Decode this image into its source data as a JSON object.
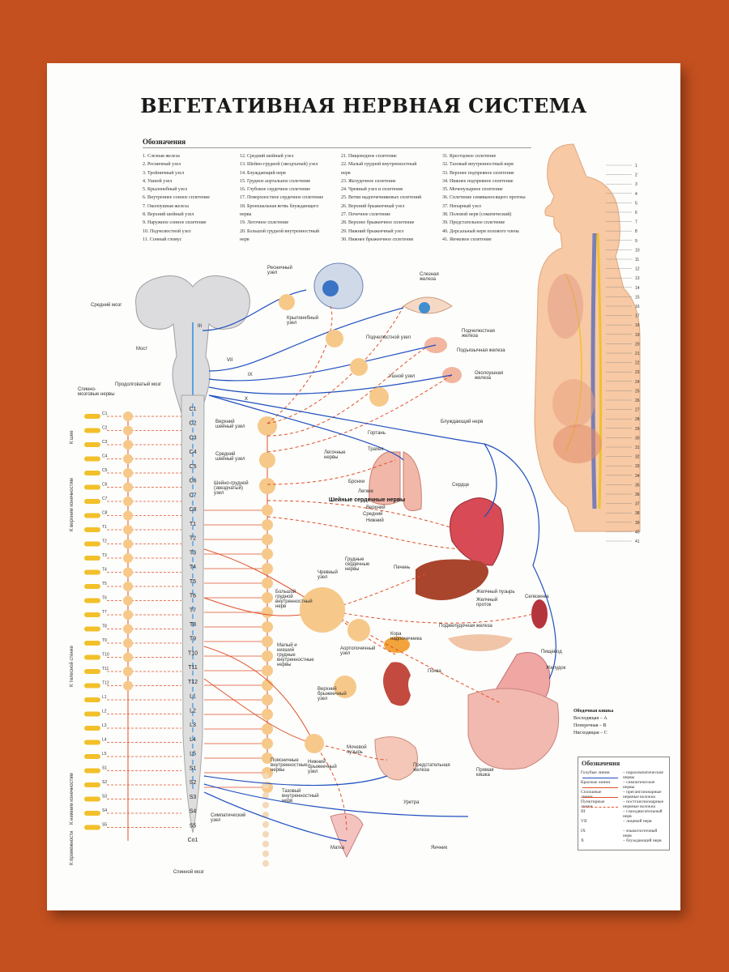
{
  "title": "ВЕГЕТАТИВНАЯ НЕРВНАЯ СИСТЕМА",
  "legend": {
    "heading": "Обозначения",
    "col1": [
      "1. Слезная железа",
      "2. Ресничный узел",
      "3. Тройничный узел",
      "4. Ушной узел",
      "5. Крылонебный узел",
      "6. Внутреннее сонное сплетение",
      "7. Околоушная железа",
      "8. Верхний шейный узел",
      "9. Наружное сонное сплетение",
      "10. Подчелюстной узел",
      "11. Сонный гломус"
    ],
    "col2": [
      "12. Средний шейный узел",
      "13. Шейно-грудной (звездчатый) узел",
      "14. Блуждающий нерв",
      "15. Грудное аортальное сплетение",
      "16. Глубокое сердечное сплетение",
      "17. Поверхностное сердечное сплетение",
      "18. Бронхиальная ветвь блуждающего",
      "нерва",
      "19. Легочное сплетение",
      "20. Большой грудной внутренностный",
      "нерв"
    ],
    "col3": [
      "21. Пищеводное сплетение",
      "22. Малый грудной внутренностный",
      "нерв",
      "23. Желудочное сплетение",
      "24. Чревный узел и сплетение",
      "25. Ветви надпочечниковых сплетений",
      "26. Верхний брыжеечный узел",
      "27. Почечное сплетение",
      "28. Верхнее брыжеечное сплетение",
      "29. Нижний брыжеечный узел",
      "30. Нижнее брыжеечное сплетение"
    ],
    "col4": [
      "31. Крестцовое сплетение",
      "32. Тазовый внутренностный нерв",
      "33. Верхнее подчревное сплетение",
      "34. Нижнее подчревное сплетение",
      "35. Мочепузырное сплетение",
      "36. Сплетение семявыносящего протока",
      "37. Непарный узел",
      "38. Половой нерв (соматический)",
      "39. Предстательное сплетение",
      "40. Дорсальный нерв полового члена",
      "41. Яичковое сплетение"
    ]
  },
  "spinal_segments": [
    "C1",
    "C2",
    "C3",
    "C4",
    "C5",
    "C6",
    "C7",
    "C8",
    "T1",
    "T2",
    "T3",
    "T4",
    "T5",
    "T6",
    "T7",
    "T8",
    "T9",
    "T10",
    "T11",
    "T12",
    "L1",
    "L2",
    "L3",
    "L4",
    "L5",
    "S1",
    "S2",
    "S3",
    "S4",
    "S5",
    "Co1"
  ],
  "left_roots": [
    "C1",
    "C2",
    "C3",
    "C4",
    "C5",
    "C6",
    "C7",
    "C8",
    "T1",
    "T2",
    "T3",
    "T4",
    "T5",
    "T6",
    "T7",
    "T8",
    "T9",
    "T10",
    "T11",
    "T12",
    "L1",
    "L2",
    "L3",
    "L4",
    "L5",
    "S1",
    "S2",
    "S3",
    "S4",
    "S5"
  ],
  "labels": {
    "midbrain": "Средний мозг",
    "pons": "Мост",
    "medulla": "Продолговатый мозг",
    "spinal_nerves": "Спинно-мозговые нервы",
    "spinal_cord": "Спинной мозг",
    "ciliary": "Ресничный узел",
    "lacrimal": "Слезная железа",
    "pterygo": "Крылонебный узел",
    "submandibular_node": "Подчелюстной узел",
    "submandibular_gland": "Подчелюстная железа",
    "sublingual": "Подъязычная железа",
    "otic": "Ушной узел",
    "parotid": "Околоушная железа",
    "vagus": "Блуждающий нерв",
    "upper_cervical": "Верхний шейный узел",
    "middle_cervical": "Средний шейный узел",
    "stellate": "Шейно-грудной (звездчатый) узел",
    "larynx": "Гортань",
    "trachea": "Трахея",
    "pulm_nerves": "Легочные нервы",
    "bronchi": "Бронхи",
    "lungs": "Легкие",
    "heart": "Сердце",
    "cardiac_nerves": "Шейные сердечные нервы",
    "upper": "Верхний",
    "middle": "Средний",
    "lower": "Нижний",
    "thoracic_cardiac": "Грудные сердечные нервы",
    "liver": "Печень",
    "gallbladder": "Желчный пузырь",
    "bile_duct": "Желчный проток",
    "spleen": "Селезенка",
    "celiac": "Чревный узел",
    "greater_splanchnic": "Большой грудной внутренностный нерв",
    "lesser_splanchnic": "Малый и низший грудные внутренностные нервы",
    "pancreas": "Поджелудочная железа",
    "esophagus": "Пищевод",
    "stomach": "Желудок",
    "adrenal": "Кора надпочечника",
    "aortorenal": "Аортопочечный узел",
    "kidney": "Почка",
    "sup_mesenteric": "Верхний брыжеечный узел",
    "bladder": "Мочевой пузырь",
    "prostate": "Предстательная железа",
    "urethra": "Уретра",
    "rectum": "Прямая кишка",
    "lumbar_splanchnic": "Поясничные внутренностные нервы",
    "inf_mesenteric": "Нижний брыжеечный узел",
    "pelvic_splanchnic": "Тазовый внутренностный нерв",
    "sympathetic_trunk": "Симпатический узел",
    "uterus": "Матка",
    "ovary": "Яичник",
    "III": "III",
    "VII": "VII",
    "IX": "IX",
    "X": "X"
  },
  "side_labels": {
    "head": "К шее",
    "upper_limb": "К верхним конечностям",
    "trunk": "К телесной стенке",
    "lower_limb": "К нижним конечностям",
    "perineum": "К промежности"
  },
  "colon": {
    "heading": "Ободочная кишка",
    "rows": [
      "Восходящая – A",
      "Поперечная – B",
      "Нисходящая – C"
    ]
  },
  "legend2": {
    "heading": "Обозначения",
    "rows": [
      {
        "k": "Голубые линии",
        "v": "– парасимпатические нервы",
        "color": "#1f4fbf",
        "dash": false
      },
      {
        "k": "Красные линии",
        "v": "– симпатические нервы",
        "color": "#e0502a",
        "dash": false
      },
      {
        "k": "Сплошные линии",
        "v": "– преганглионарные нервные волокна",
        "color": "#e0502a",
        "dash": false
      },
      {
        "k": "Пунктирные линии",
        "v": "– постганглионарные нервные волокна",
        "color": "#e0502a",
        "dash": true
      },
      {
        "k": "III",
        "v": "– глазодвигательный нерв",
        "color": "",
        "dash": false
      },
      {
        "k": "VII",
        "v": "– лицевой нерв",
        "color": "",
        "dash": false
      },
      {
        "k": "IX",
        "v": "– языкоглоточный нерв",
        "color": "",
        "dash": false
      },
      {
        "k": "X",
        "v": "– блуждающий нерв",
        "color": "",
        "dash": false
      }
    ]
  },
  "body_numbers": [
    "1",
    "2",
    "3",
    "4",
    "5",
    "6",
    "7",
    "8",
    "9",
    "10",
    "11",
    "12",
    "13",
    "14",
    "15",
    "16",
    "17",
    "18",
    "19",
    "20",
    "21",
    "22",
    "23",
    "24",
    "25",
    "26",
    "27",
    "28",
    "29",
    "30",
    "31",
    "32",
    "33",
    "34",
    "35",
    "36",
    "37",
    "38",
    "39",
    "40",
    "41"
  ],
  "colors": {
    "para": "#1f4fbf",
    "symp": "#e0502a",
    "ganglion": "#f6c98a",
    "cord": "#d8d8d8",
    "nerve_yellow": "#f2c02a",
    "background": "#c4501f"
  }
}
